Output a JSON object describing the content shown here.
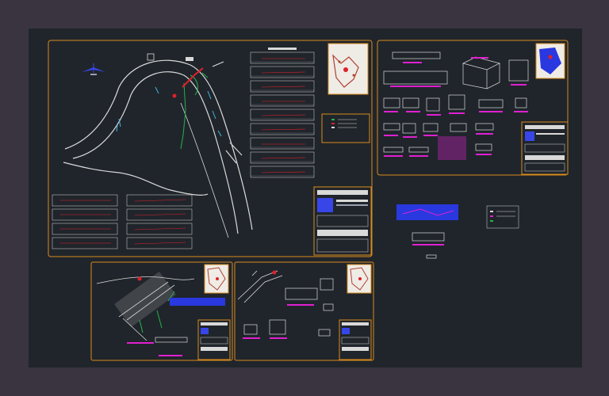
{
  "canvas": {
    "background": "#20252b",
    "frame": "#3a3440"
  },
  "colors": {
    "sheet_border": "#d98a1e",
    "alignment": "#d9d9d9",
    "water": "#3fb7e6",
    "vegetation": "#20b44a",
    "highlight_red": "#e0202a",
    "label_magenta": "#e020d0",
    "label_blue": "#2a38e0",
    "north_arrow": "#3846e8"
  },
  "sheets": [
    {
      "id": "plan-general",
      "label": ""
    },
    {
      "id": "details-structures",
      "label": ""
    },
    {
      "id": "plan-section-a",
      "label": ""
    },
    {
      "id": "plan-section-b",
      "label": ""
    }
  ],
  "icons": [
    "north-arrow-icon",
    "location-map-icon",
    "legend-icon",
    "title-block-icon"
  ]
}
